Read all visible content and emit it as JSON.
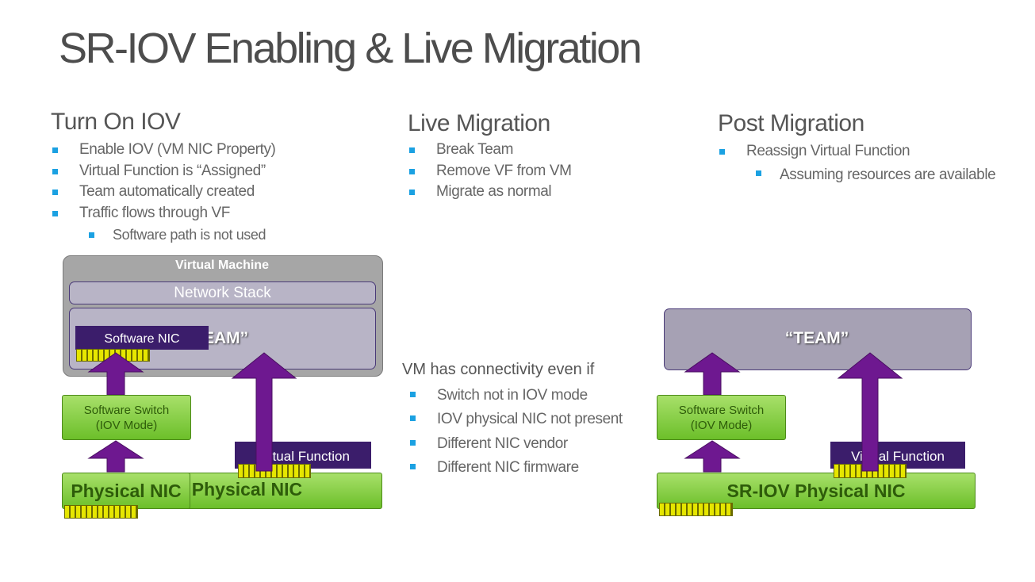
{
  "slide": {
    "title": "SR-IOV Enabling & Live Migration",
    "col1": {
      "heading": "Turn On IOV",
      "items": [
        "Enable IOV (VM NIC Property)",
        "Virtual Function is “Assigned”",
        "Team automatically created",
        "Traffic flows through VF"
      ],
      "subitem": "Software path is not used"
    },
    "col2": {
      "heading": "Live Migration",
      "items": [
        "Break Team",
        "Remove VF from VM",
        "Migrate as normal"
      ]
    },
    "col3": {
      "heading": "Post Migration",
      "items": [
        "Reassign Virtual Function"
      ],
      "subitem": "Assuming resources are available"
    },
    "middle": {
      "heading": "VM has connectivity even if",
      "items": [
        "Switch not in IOV mode",
        "IOV physical NIC not present",
        "Different NIC vendor",
        "Different NIC firmware"
      ]
    }
  },
  "left_diagram": {
    "vm_label": "Virtual Machine",
    "network_stack": "Network Stack",
    "team_partial": "EAM”",
    "software_nic": "Software NIC",
    "switch_line1": "Software Switch",
    "switch_line2": "(IOV Mode)",
    "virtual_function": "Virtual Function",
    "nic_behind": "/ Physical NIC",
    "physical_nic": "Physical NIC"
  },
  "right_diagram": {
    "team": "“TEAM”",
    "switch_line1": "Software Switch",
    "switch_line2": "(IOV Mode)",
    "virtual_function": "Virtual Function",
    "sriov_nic": "SR-IOV Physical NIC"
  },
  "colors": {
    "accent_bullet": "#1ba1e2",
    "arrow": "#6e1890",
    "vf_label": "#3b1d6b",
    "nic_green": "#7dc840",
    "port_yellow": "#e6e600"
  }
}
